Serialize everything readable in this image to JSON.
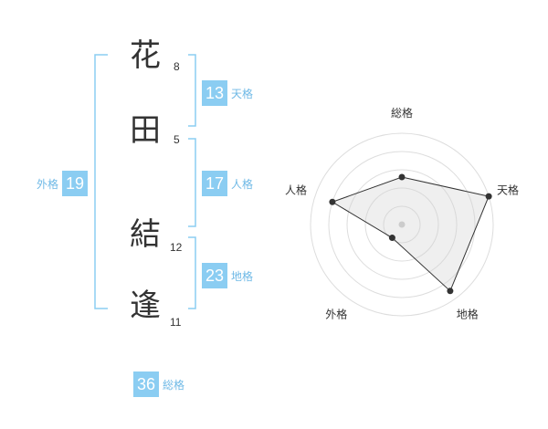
{
  "name": {
    "chars": [
      {
        "char": "花",
        "strokes": "8"
      },
      {
        "char": "田",
        "strokes": "5"
      },
      {
        "char": "結",
        "strokes": "12"
      },
      {
        "char": "逢",
        "strokes": "11"
      }
    ]
  },
  "kakusu": {
    "tenkaku": {
      "value": "13",
      "label": "天格"
    },
    "jinkaku": {
      "value": "17",
      "label": "人格"
    },
    "chikaku": {
      "value": "23",
      "label": "地格"
    },
    "gaikaku": {
      "value": "19",
      "label": "外格"
    },
    "soukaku": {
      "value": "36",
      "label": "総格"
    }
  },
  "colors": {
    "accent": "#8bcdf2",
    "bracket": "#8bcdf2",
    "label": "#6fb9e6"
  },
  "chart_data": {
    "type": "radar",
    "axes": [
      "総格",
      "天格",
      "地格",
      "外格",
      "人格"
    ],
    "levels": 5,
    "values": [
      2.6,
      5.0,
      4.5,
      0.9,
      4.0
    ],
    "max": 5
  }
}
